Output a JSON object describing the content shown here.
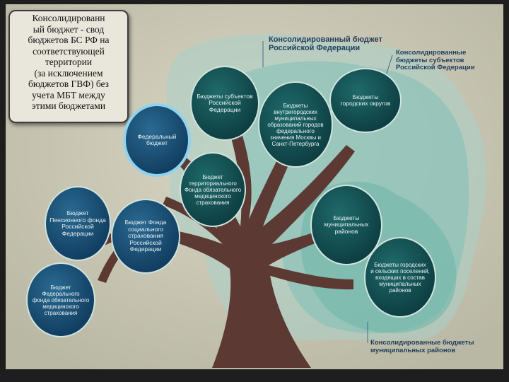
{
  "note": {
    "text": "Консолидированн\nый бюджет - свод\nбюджетов БС РФ на\nсоответствующей\nтерритории\n(за исключением\nбюджетов ГВФ) без\nучета МБТ между\nэтими бюджетами"
  },
  "labels": {
    "consolidated_rf": "Консолидированный бюджет\nРоссийской Федерации",
    "consolidated_subjects": "Консолидированные\nбюджеты субъектов\nРоссийской Федерации",
    "consolidated_municipal": "Консолидированные бюджеты\nмуниципальных районов"
  },
  "nodes": {
    "subjects_budgets": "Бюджеты субъектов\nРоссийской\nФедерации",
    "territory_budget": "Бюджеты\nвнутригородских\nмуниципальных\nобразований городов\nфедерального\nзначения Москвы и\nСанкт-Петербурга",
    "city_districts": "Бюджеты\nгородских округов",
    "federal_budget": "Федеральный\nбюджет",
    "territorial_fund": "Бюджет\nтерриториального\nФонда обязательного\nмедицинского\nстрахования",
    "pension_fund": "Бюджет\nПенсионного фонда\nРоссийской\nФедерации",
    "social_fund": "Бюджет Фонда\nсоциального\nстрахования\nРоссийской\nФедерации",
    "federal_medical_fund": "Бюджет\nФедерального\nфонда обязательного\nмедицинского\nстрахования",
    "municipal_districts": "Бюджеты\nмуниципальных\nрайонов",
    "settlements": "Бюджеты городских\nи сельских поселений,\nвходящих в состав\nмуниципальных\nрайонов"
  }
}
